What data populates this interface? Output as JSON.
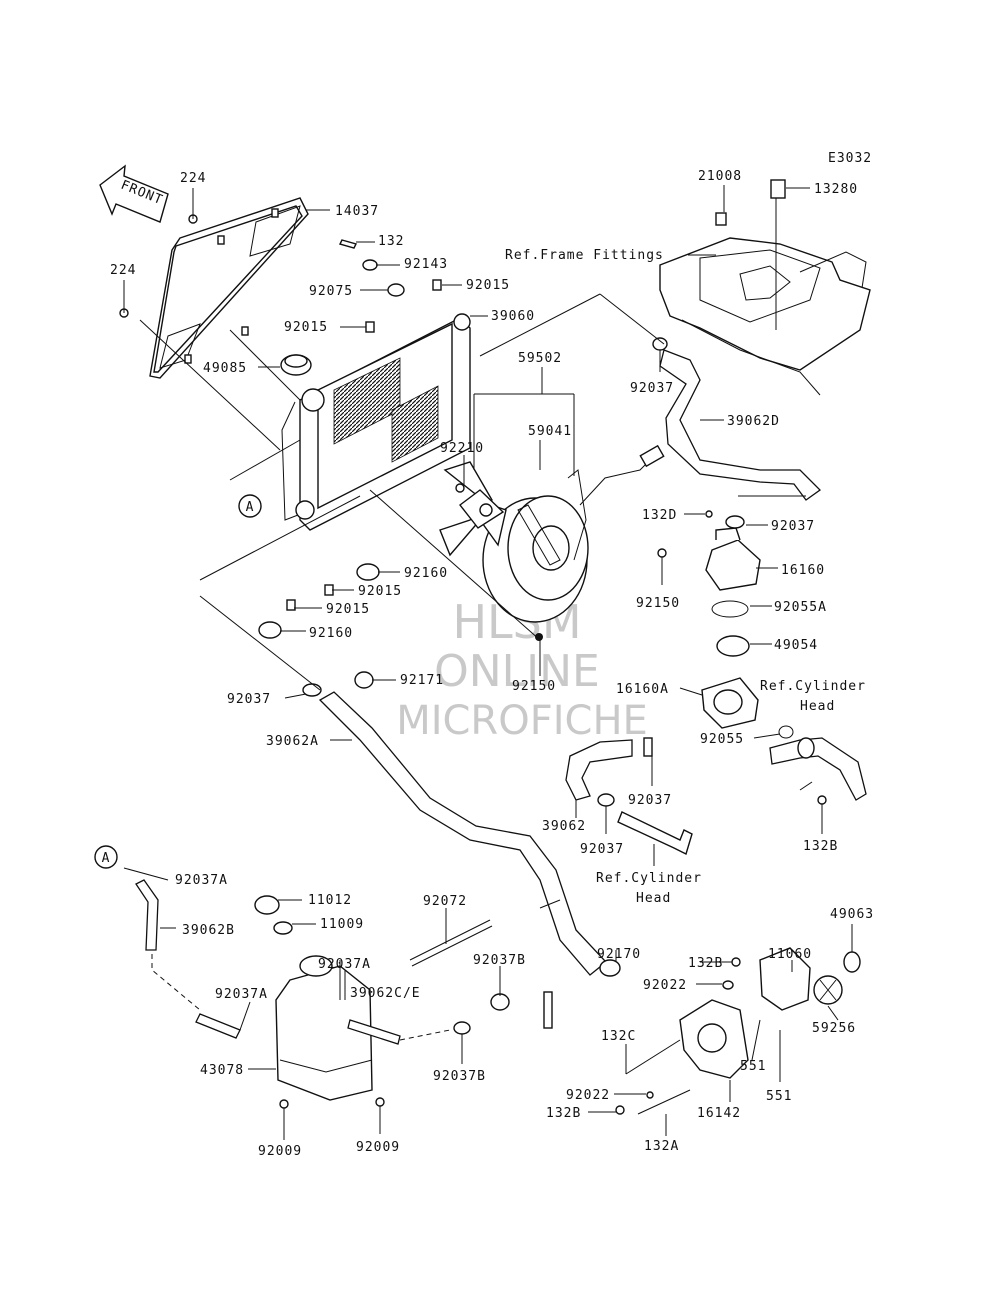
{
  "diagram_code": "E3032",
  "front_label": "FRONT",
  "ref_frame": "Ref.Frame Fittings",
  "ref_cyl_1_line1": "Ref.Cylinder",
  "ref_cyl_1_line2": "Head",
  "ref_cyl_2_line1": "Ref.Cylinder",
  "ref_cyl_2_line2": "Head",
  "marker_a": "A",
  "watermark": [
    "HLSM",
    "ONLINE",
    "MICROFICHE"
  ],
  "parts": {
    "p224a": "224",
    "p14037": "14037",
    "p132": "132",
    "p92143": "92143",
    "p224b": "224",
    "p92075": "92075",
    "p92015a": "92015",
    "p39060": "39060",
    "p92015b": "92015",
    "p49085": "49085",
    "p59502": "59502",
    "p59041": "59041",
    "p92210": "92210",
    "p92160a": "92160",
    "p92015c": "92015",
    "p92015d": "92015",
    "p92160b": "92160",
    "p92171": "92171",
    "p92037a": "92037",
    "p39062A": "39062A",
    "p92150a": "92150",
    "p21008": "21008",
    "p13280": "13280",
    "p92037b": "92037",
    "p39062D": "39062D",
    "p132D": "132D",
    "p92037c": "92037",
    "p16160": "16160",
    "p92150b": "92150",
    "p92055A": "92055A",
    "p49054": "49054",
    "p16160A": "16160A",
    "p92055": "92055",
    "p92037d": "92037",
    "p39062": "39062",
    "p92037e": "92037",
    "p132B_a": "132B",
    "p92037A_a": "92037A",
    "p39062B": "39062B",
    "p11012": "11012",
    "p11009": "11009",
    "p92072": "92072",
    "p92037A_b": "92037A",
    "p39062CE": "39062C/E",
    "p92037B_a": "92037B",
    "p92037A_c": "92037A",
    "p43078": "43078",
    "p92037B_b": "92037B",
    "p92009a": "92009",
    "p92009b": "92009",
    "p92170": "92170",
    "p132B_b": "132B",
    "p92022a": "92022",
    "p11060": "11060",
    "p49063": "49063",
    "p59256": "59256",
    "p132C": "132C",
    "p551a": "551",
    "p551b": "551",
    "p92022b": "92022",
    "p132B_c": "132B",
    "p16142": "16142",
    "p132A": "132A"
  }
}
